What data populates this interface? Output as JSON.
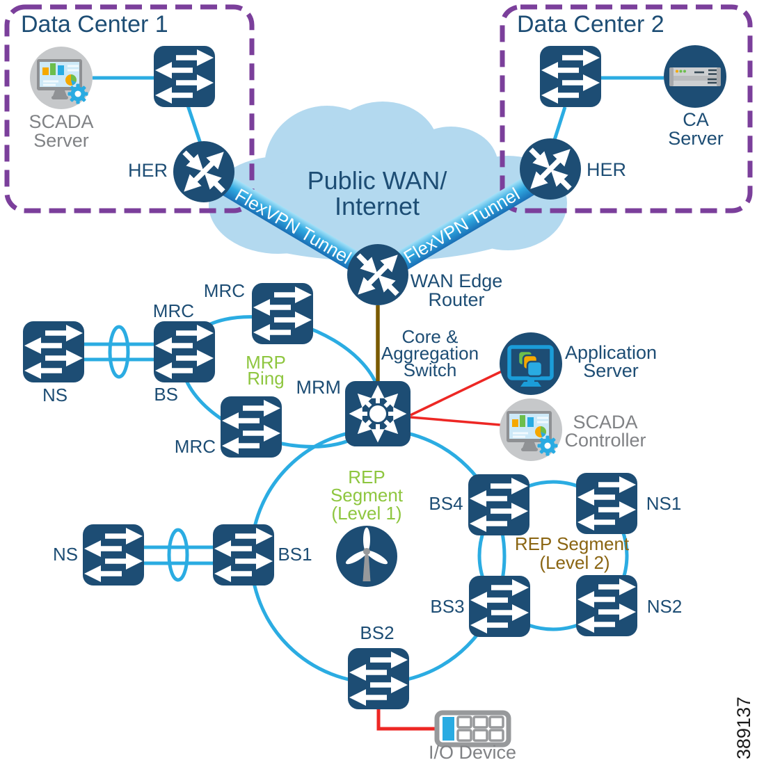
{
  "colors": {
    "navy": "#1D4D74",
    "link_cyan": "#2BACE2",
    "purple_border": "#7B3F9B",
    "green_label": "#8EC63F",
    "brown_label": "#8A6512",
    "brown_line": "#7A5A00",
    "red_line": "#ED2724",
    "gray_label": "#808285",
    "gray_icon": "#C6C8CA",
    "cloud_blue": "#B3D9EF",
    "tunnel_light": "#A5E1F8",
    "tunnel_mid": "#2FA9E1",
    "tunnel_dark": "#1A6FB5"
  },
  "dc1": {
    "title": "Data Center 1",
    "server": [
      "SCADA",
      "Server"
    ],
    "router": "HER"
  },
  "dc2": {
    "title": "Data Center 2",
    "server": [
      "CA",
      "Server"
    ],
    "router": "HER"
  },
  "wan": {
    "cloud": [
      "Public WAN/",
      "Internet"
    ],
    "tunnel": "FlexVPN Tunnel",
    "router": [
      "WAN Edge",
      "Router"
    ]
  },
  "core": {
    "switch": [
      "Core &",
      "Aggregation",
      "Switch"
    ],
    "mrm": "MRM"
  },
  "mrp_ring": {
    "label": [
      "MRP",
      "Ring"
    ],
    "mrc_top": "MRC",
    "mrc_mid": "MRC",
    "bs": "BS",
    "ns": "NS",
    "mrc_bottom": "MRC"
  },
  "servers": {
    "application": [
      "Application",
      "Server"
    ],
    "scada_controller": [
      "SCADA",
      "Controller"
    ]
  },
  "rep1": {
    "label": [
      "REP",
      "Segment",
      "(Level 1)"
    ],
    "ns": "NS",
    "bs1": "BS1",
    "bs2": "BS2"
  },
  "rep2": {
    "label": [
      "REP Segment",
      "(Level 2)"
    ],
    "bs4": "BS4",
    "ns1": "NS1",
    "bs3": "BS3",
    "ns2": "NS2"
  },
  "io_device": {
    "label": "I/O Device"
  },
  "figure_number": "389137"
}
